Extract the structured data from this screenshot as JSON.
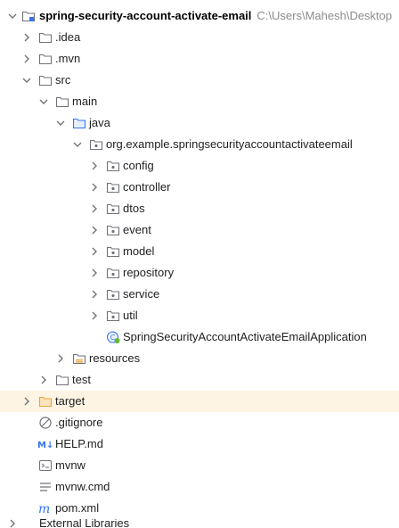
{
  "tree": {
    "project": {
      "name": "spring-security-account-activate-email",
      "path": "C:\\Users\\Mahesh\\Desktop"
    },
    "idea": "idea_label",
    "items": {
      "idea": ".idea",
      "mvn": ".mvn",
      "src": "src",
      "main": "main",
      "java": "java",
      "package": "org.example.springsecurityaccountactivateemail",
      "config": "config",
      "controller": "controller",
      "dtos": "dtos",
      "event": "event",
      "model": "model",
      "repository": "repository",
      "service": "service",
      "util": "util",
      "app_class": "SpringSecurityAccountActivateEmailApplication",
      "resources": "resources",
      "test": "test",
      "target": "target",
      "gitignore": ".gitignore",
      "help": "HELP.md",
      "mvnw": "mvnw",
      "mvnw_cmd": "mvnw.cmd",
      "pom": "pom.xml",
      "external": "External Libraries"
    }
  },
  "colors": {
    "excluded_bg": "#fdf4e3",
    "folder_stroke": "#6f737a",
    "excluded_folder": "#e8a33d",
    "spring_green": "#5fb832",
    "maven_blue": "#3574f0"
  },
  "icons": {
    "chevron_right": "chevron-right-icon",
    "chevron_down": "chevron-down-icon",
    "folder": "folder-icon",
    "package": "package-icon",
    "module": "module-icon"
  }
}
